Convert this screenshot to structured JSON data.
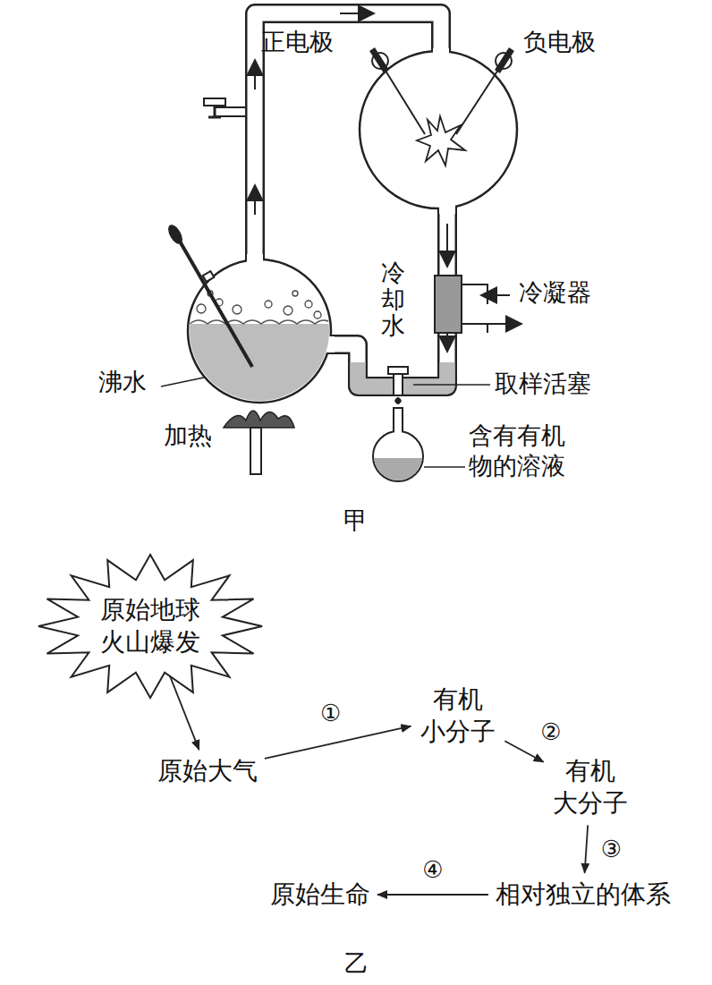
{
  "diagram": {
    "nodes": [
      {
        "text": [
          "原始地球 火山爆发"
        ]
      },
      {
        "text": [
          "原始大气"
        ]
      },
      {
        "text": [
          "有机 小分子"
        ]
      },
      {
        "text": [
          "有机 大分子"
        ]
      },
      {
        "text": [
          "相对独立的体系"
        ]
      },
      {
        "text": [
          "原始生命"
        ]
      }
    ],
    "edges": [
      {
        "from": 0,
        "to": 1,
        "arrow": "to"
      },
      {
        "from": 1,
        "to": 2,
        "label": "①",
        "arrow": "to"
      },
      {
        "from": 2,
        "to": 3,
        "label": "②",
        "arrow": "to"
      },
      {
        "from": 3,
        "to": 4,
        "label": "③",
        "arrow": "to"
      },
      {
        "from": 4,
        "to": 5,
        "label": "④",
        "arrow": "to"
      }
    ],
    "labels": [
      "正电极",
      "负电极",
      "冷却水",
      "冷凝器",
      "取样活塞",
      "沸水",
      "加热",
      "含有有机物的溶液",
      "甲",
      "乙"
    ]
  }
}
